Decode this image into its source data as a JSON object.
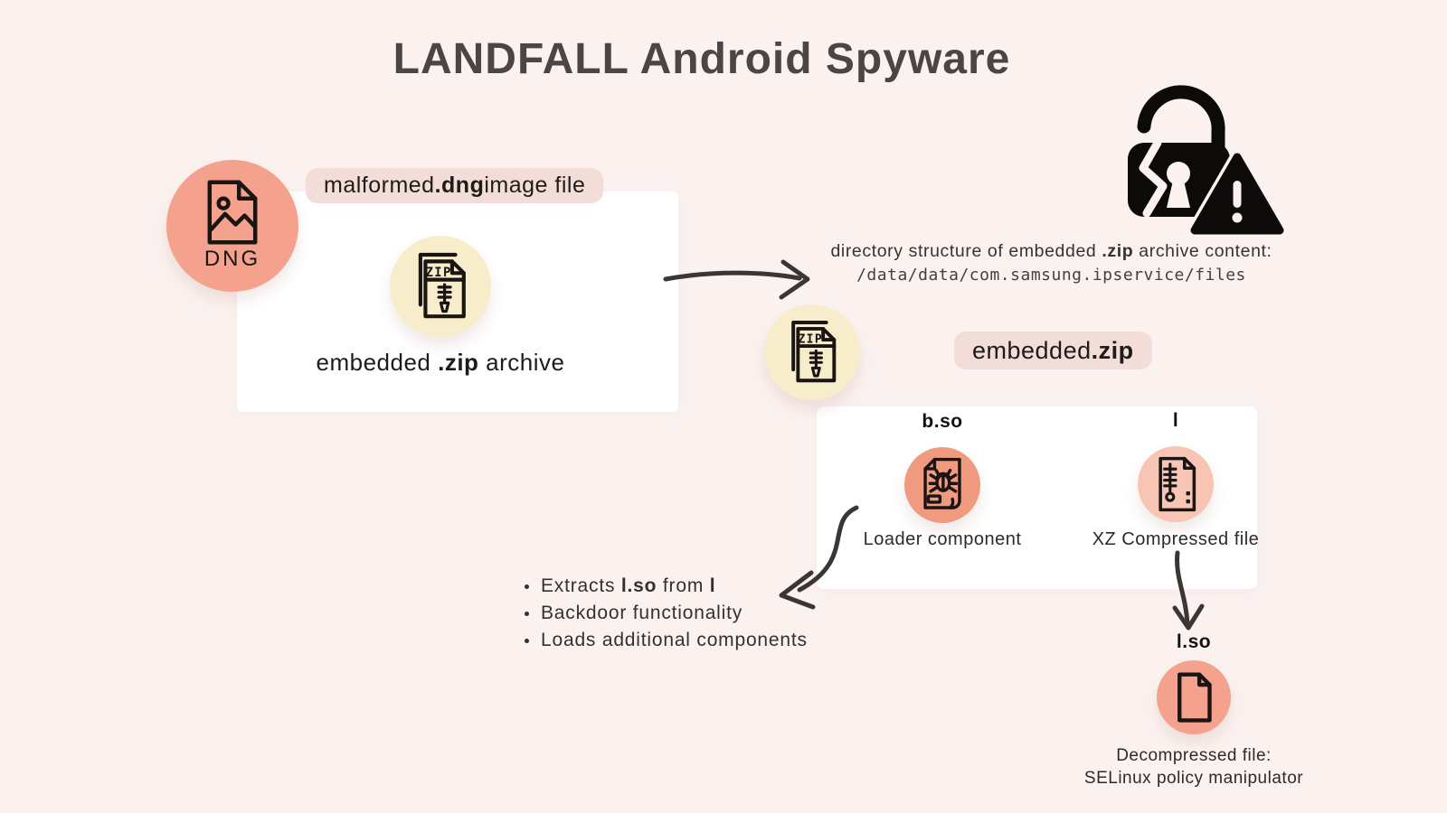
{
  "title": "LANDFALL Android Spyware",
  "colors": {
    "background": "#FBF2F0",
    "panel": "#FFFFFF",
    "salmon": "#F4A28D",
    "salmon_deep": "#F09B80",
    "blush": "#F8C5B4",
    "cream": "#F8EDCB",
    "tag_bg": "#F2DDD8",
    "ink": "#15110F",
    "arrow": "#3B3633"
  },
  "icons": {
    "lock": "broken-lock-warning-icon",
    "image_file": "image-file-icon",
    "zip_file": "zip-file-icon",
    "bug_file": "bug-file-icon",
    "xz_file": "xz-compressed-file-icon",
    "plain_file": "file-icon",
    "zip_text": "ZIP"
  },
  "dng": {
    "badge": "DNG",
    "tag": {
      "pre": "malformed ",
      "bold": ".dng",
      "post": " image file"
    },
    "caption": {
      "pre": "embedded ",
      "bold": ".zip",
      "post": " archive"
    }
  },
  "directory_note": {
    "line1": {
      "pre": "directory structure of embedded ",
      "bold": ".zip",
      "post": " archive content:"
    },
    "path": "/data/data/com.samsung.ipservice/files"
  },
  "zip": {
    "tag": {
      "pre": "embedded ",
      "bold": ".zip"
    },
    "loader": {
      "name": "b.so",
      "caption": "Loader component"
    },
    "xz": {
      "name": "l",
      "caption": "XZ Compressed file"
    }
  },
  "loader_details": {
    "items": {
      "b1": {
        "s1": "Extracts ",
        "s2": "l.so",
        "s3": " from ",
        "s4": "l"
      },
      "b2": {
        "s1": "Backdoor functionality",
        "s2": "",
        "s3": "",
        "s4": ""
      },
      "b3": {
        "s1": "Loads additional components",
        "s2": "",
        "s3": "",
        "s4": ""
      }
    }
  },
  "lso": {
    "name": "l.so",
    "caption_line1": "Decompressed file:",
    "caption_line2": "SELinux policy manipulator"
  }
}
